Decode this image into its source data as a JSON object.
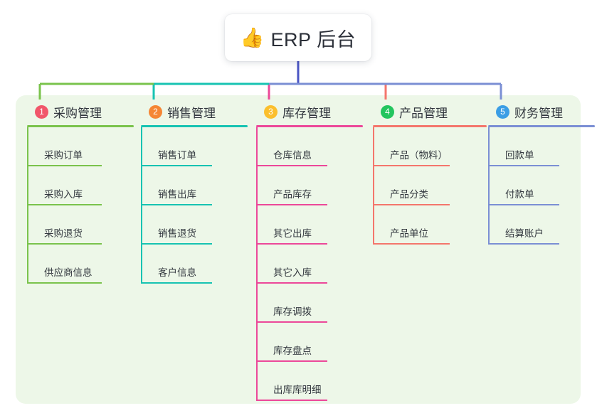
{
  "root": {
    "icon": "thumbs-up-icon",
    "emoji": "👍",
    "title": "ERP 后台"
  },
  "panel": {
    "background_color": "#edf7e8"
  },
  "trunk": {
    "color": "#4a55c4"
  },
  "columns": [
    {
      "number": "1",
      "title": "采购管理",
      "badge_color": "#f1566a",
      "line_color": "#7ac34c",
      "items": [
        {
          "label": "采购订单"
        },
        {
          "label": "采购入库"
        },
        {
          "label": "采购退货"
        },
        {
          "label": "供应商信息"
        }
      ]
    },
    {
      "number": "2",
      "title": "销售管理",
      "badge_color": "#f58634",
      "line_color": "#17c3b2",
      "items": [
        {
          "label": "销售订单"
        },
        {
          "label": "销售出库"
        },
        {
          "label": "销售退货"
        },
        {
          "label": "客户信息"
        }
      ]
    },
    {
      "number": "3",
      "title": "库存管理",
      "badge_color": "#fbbf2d",
      "line_color": "#ec4899",
      "items": [
        {
          "label": "仓库信息"
        },
        {
          "label": "产品库存"
        },
        {
          "label": "其它出库"
        },
        {
          "label": "其它入库"
        },
        {
          "label": "库存调拨"
        },
        {
          "label": "库存盘点"
        },
        {
          "label": "出库库明细"
        }
      ]
    },
    {
      "number": "4",
      "title": "产品管理",
      "badge_color": "#22c55e",
      "line_color": "#f4766c",
      "items": [
        {
          "label": "产品（物料）"
        },
        {
          "label": "产品分类"
        },
        {
          "label": "产品单位"
        }
      ]
    },
    {
      "number": "5",
      "title": "财务管理",
      "badge_color": "#3b9ee5",
      "line_color": "#7b8fd4",
      "items": [
        {
          "label": "回款单"
        },
        {
          "label": "付款单"
        },
        {
          "label": "结算账户"
        }
      ]
    }
  ]
}
